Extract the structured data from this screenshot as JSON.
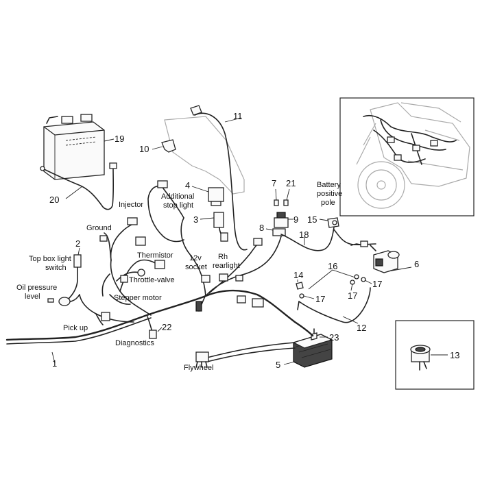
{
  "labels": {
    "injector": "Injector",
    "ground": "Ground",
    "additional_stop_light": [
      "Additional",
      "stop light"
    ],
    "top_box_light_switch": [
      "Top box light",
      "switch"
    ],
    "thermistor": "Thermistor",
    "socket_12v": [
      "12v",
      "socket"
    ],
    "rh_rearlight": [
      "Rh",
      "rearlight"
    ],
    "throttle_valve": "Throttle-valve",
    "oil_pressure_level": [
      "Oil pressure",
      "level"
    ],
    "stepper_motor": "Stepper motor",
    "pick_up": "Pick up",
    "diagnostics": "Diagnostics",
    "flywheel": "Flywheel",
    "battery_positive_pole": [
      "Battery",
      "positive",
      "pole"
    ]
  },
  "callouts": {
    "n1": "1",
    "n2": "2",
    "n3": "3",
    "n4": "4",
    "n5": "5",
    "n6": "6",
    "n7": "7",
    "n8": "8",
    "n9": "9",
    "n10": "10",
    "n11": "11",
    "n12": "12",
    "n13": "13",
    "n14": "14",
    "n15": "15",
    "n16": "16",
    "n17a": "17",
    "n17b": "17",
    "n17c": "17",
    "n18": "18",
    "n19": "19",
    "n20": "20",
    "n21": "21",
    "n22": "22",
    "n23": "23"
  }
}
